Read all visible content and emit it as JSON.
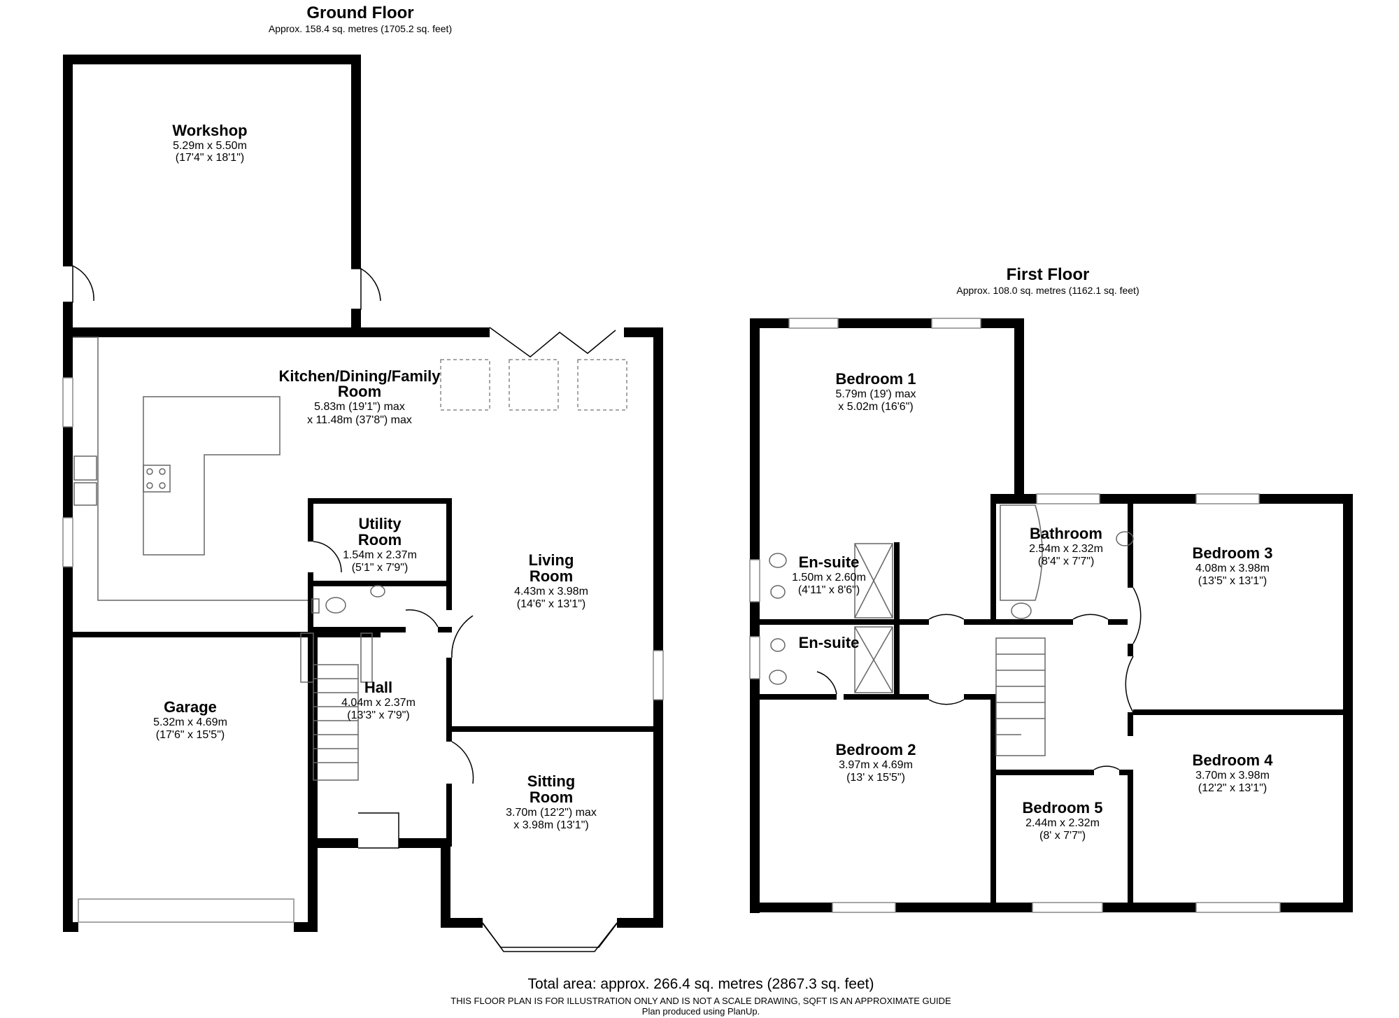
{
  "ground_floor": {
    "title": "Ground Floor",
    "area": "Approx. 158.4 sq. metres (1705.2 sq. feet)",
    "rooms": [
      {
        "name": [
          "Workshop"
        ],
        "dims": [
          "5.29m x 5.50m",
          "(17'4\" x 18'1\")"
        ]
      },
      {
        "name": [
          "Kitchen/Dining/Family",
          "Room"
        ],
        "dims": [
          "5.83m (19'1\") max",
          "x 11.48m (37'8\") max"
        ]
      },
      {
        "name": [
          "Utility",
          "Room"
        ],
        "dims": [
          "1.54m x 2.37m",
          "(5'1\" x 7'9\")"
        ]
      },
      {
        "name": [
          "Living",
          "Room"
        ],
        "dims": [
          "4.43m x 3.98m",
          "(14'6\" x 13'1\")"
        ]
      },
      {
        "name": [
          "Garage"
        ],
        "dims": [
          "5.32m x 4.69m",
          "(17'6\" x 15'5\")"
        ]
      },
      {
        "name": [
          "Hall"
        ],
        "dims": [
          "4.04m x 2.37m",
          "(13'3\" x 7'9\")"
        ]
      },
      {
        "name": [
          "Sitting",
          "Room"
        ],
        "dims": [
          "3.70m (12'2\") max",
          "x 3.98m (13'1\")"
        ]
      }
    ]
  },
  "first_floor": {
    "title": "First Floor",
    "area": "Approx. 108.0 sq. metres (1162.1 sq. feet)",
    "rooms": [
      {
        "name": [
          "Bedroom 1"
        ],
        "dims": [
          "5.79m (19') max",
          "x 5.02m (16'6\")"
        ]
      },
      {
        "name": [
          "En-suite"
        ],
        "dims": [
          "1.50m x 2.60m",
          "(4'11\" x 8'6\")"
        ]
      },
      {
        "name": [
          "En-suite"
        ],
        "dims": []
      },
      {
        "name": [
          "Bathroom"
        ],
        "dims": [
          "2.54m x 2.32m",
          "(8'4\" x 7'7\")"
        ]
      },
      {
        "name": [
          "Bedroom 3"
        ],
        "dims": [
          "4.08m x 3.98m",
          "(13'5\" x 13'1\")"
        ]
      },
      {
        "name": [
          "Bedroom 2"
        ],
        "dims": [
          "3.97m x 4.69m",
          "(13' x 15'5\")"
        ]
      },
      {
        "name": [
          "Bedroom 4"
        ],
        "dims": [
          "3.70m x 3.98m",
          "(12'2\" x 13'1\")"
        ]
      },
      {
        "name": [
          "Bedroom 5"
        ],
        "dims": [
          "2.44m x 2.32m",
          "(8' x 7'7\")"
        ]
      }
    ]
  },
  "footer": {
    "total": "Total area: approx. 266.4 sq. metres (2867.3 sq. feet)",
    "disclaimer": "THIS FLOOR PLAN IS FOR ILLUSTRATION ONLY AND IS NOT A SCALE DRAWING, SQFT IS AN APPROXIMATE GUIDE",
    "credit": "Plan produced using PlanUp."
  }
}
